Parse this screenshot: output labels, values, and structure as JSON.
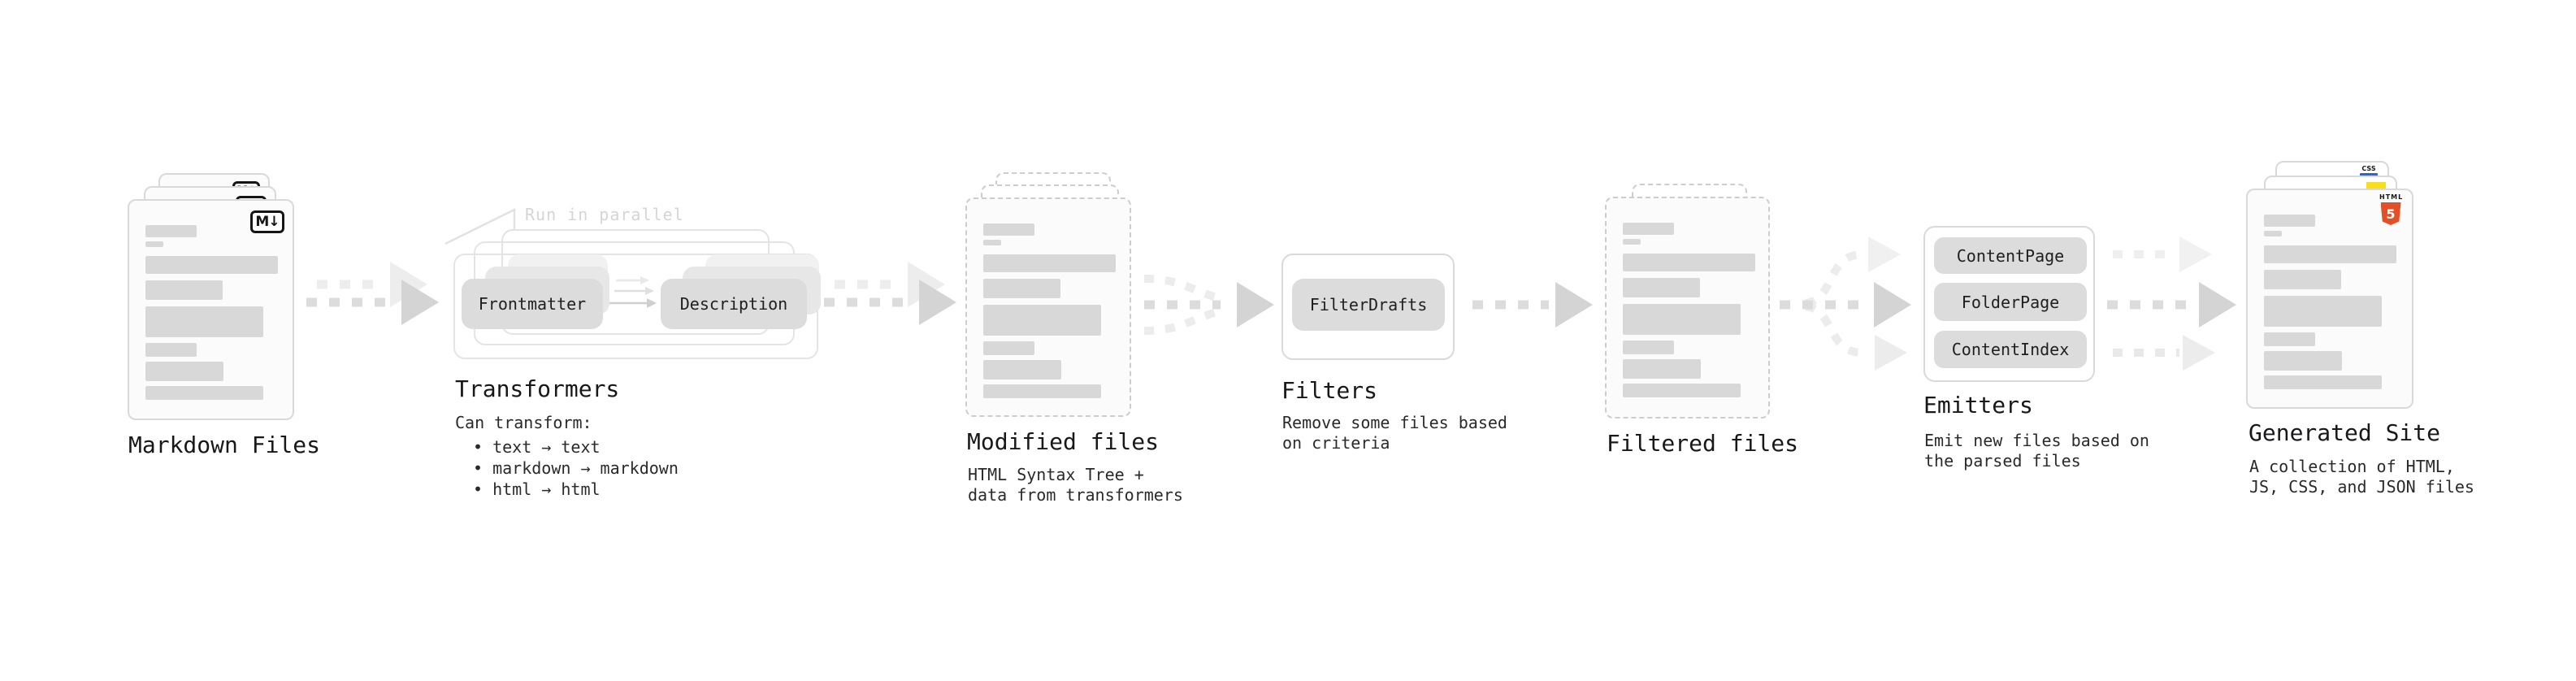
{
  "stages": {
    "markdown": {
      "label": "Markdown Files",
      "badge": "M↓"
    },
    "transformers": {
      "label": "Transformers",
      "annotation": "Run in parallel",
      "node_frontmatter": "Frontmatter",
      "node_description": "Description",
      "desc_title": "Can transform:",
      "bullet_1": "• text → text",
      "bullet_2": "• markdown → markdown",
      "bullet_3": "• html → html"
    },
    "modified": {
      "label": "Modified files",
      "desc_1": "HTML Syntax Tree +",
      "desc_2": "data from transformers"
    },
    "filters": {
      "label": "Filters",
      "node_filterdrafts": "FilterDrafts",
      "desc_1": "Remove some files based",
      "desc_2": "on criteria"
    },
    "filtered": {
      "label": "Filtered files"
    },
    "emitters": {
      "label": "Emitters",
      "node_contentpage": "ContentPage",
      "node_folderpage": "FolderPage",
      "node_contentindex": "ContentIndex",
      "desc_1": "Emit new files based on",
      "desc_2": "the parsed files"
    },
    "generated": {
      "label": "Generated Site",
      "desc_1": "A collection of HTML,",
      "desc_2": "JS, CSS, and JSON files",
      "badge_css": "CSS",
      "badge_html_text": "HTML",
      "badge_html_number": "5"
    }
  },
  "colors": {
    "ink": "#18181b",
    "skeleton_gray": "#d8d8d8",
    "arrow_dark": "#d4d4d4",
    "arrow_light": "#ececec",
    "html5_orange": "#e34f26",
    "js_yellow": "#f7df1e",
    "css_blue": "#2563eb"
  }
}
